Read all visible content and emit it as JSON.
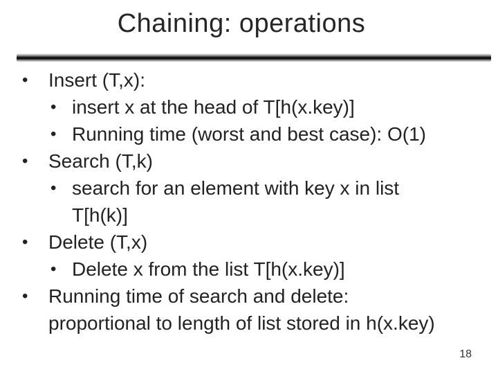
{
  "slide": {
    "title": "Chaining: operations",
    "bullet_char": "•",
    "bullets": [
      {
        "level": 1,
        "text": "Insert (T,x):"
      },
      {
        "level": 2,
        "text": "insert x at the head of T[h(x.key)]"
      },
      {
        "level": 2,
        "text": "Running time (worst and best case): O(1)"
      },
      {
        "level": 1,
        "text": "Search (T,k)"
      },
      {
        "level": 2,
        "text": "search for an element with key x in list\nT[h(k)]"
      },
      {
        "level": 1,
        "text": "Delete (T,x)"
      },
      {
        "level": 2,
        "text": "Delete x from the list T[h(x.key)]"
      },
      {
        "level": 1,
        "text": "Running time of search and delete:\nproportional to length of list stored in h(x.key)"
      }
    ],
    "page_number": "18",
    "colors": {
      "background": "#ffffff",
      "text": "#222222",
      "title": "#262626",
      "divider_core": "#0a0a0a"
    }
  }
}
